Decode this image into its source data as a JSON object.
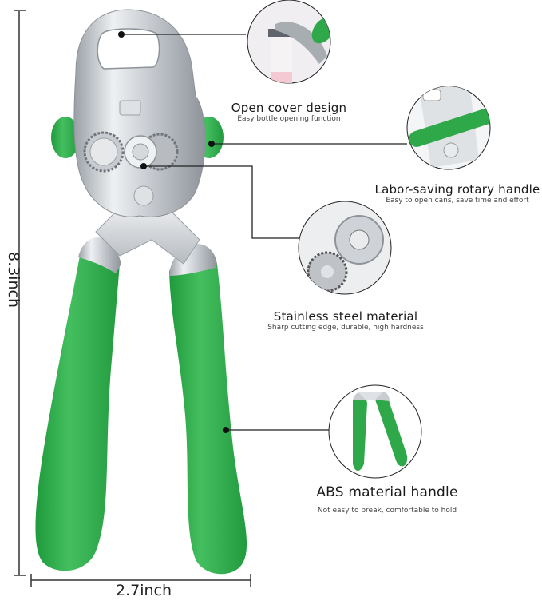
{
  "product": {
    "name": "Can opener with green handles",
    "colors": {
      "accent_green": "#2fa84a",
      "dark_green": "#1e8a38",
      "steel": "#c9cdd2",
      "line": "#222222"
    }
  },
  "dimensions": {
    "height_label": "8.3inch",
    "width_label": "2.7inch"
  },
  "features": [
    {
      "title": "Open cover design",
      "subtitle": "Easy bottle opening function",
      "icon": "bottle-opener-closeup"
    },
    {
      "title": "Labor-saving rotary handle",
      "subtitle": "Easy to open cans, save time and effort",
      "icon": "rotary-handle-closeup"
    },
    {
      "title": "Stainless steel material",
      "subtitle": "Sharp cutting edge, durable, high hardness",
      "icon": "gear-cutter-closeup"
    },
    {
      "title": "ABS material handle",
      "subtitle": "Not easy to break, comfortable to hold",
      "icon": "handles-closeup"
    }
  ]
}
